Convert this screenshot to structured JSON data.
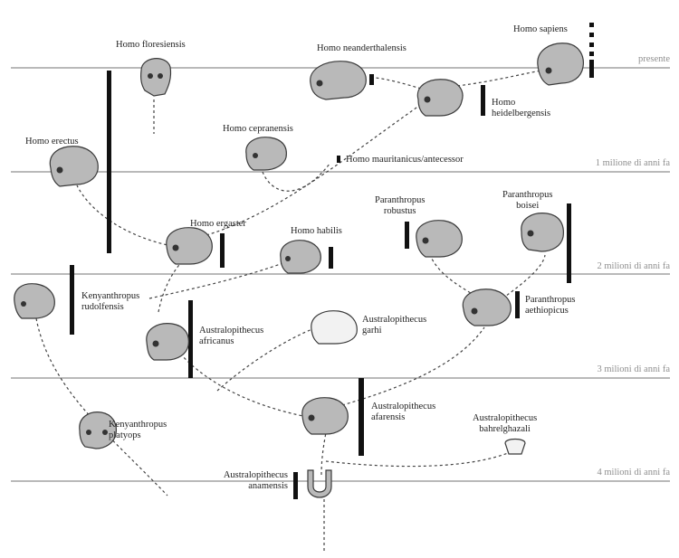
{
  "time_labels": {
    "present": "presente",
    "m1": "1 milione di anni fa",
    "m2": "2 milioni di anni fa",
    "m3": "3 milioni di anni fa",
    "m4": "4 milioni di anni fa"
  },
  "species": {
    "floresiensis": "Homo floresiensis",
    "neanderthalensis": "Homo neanderthalensis",
    "sapiens": "Homo sapiens",
    "heidelbergensis_1": "Homo",
    "heidelbergensis_2": "heidelbergensis",
    "cepranensis": "Homo cepranensis",
    "erectus": "Homo erectus",
    "mauritanicus": "Homo mauritanicus/antecessor",
    "ergaster": "Homo ergaster",
    "habilis": "Homo habilis",
    "p_robustus_1": "Paranthropus",
    "p_robustus_2": "robustus",
    "p_boisei_1": "Paranthropus",
    "p_boisei_2": "boisei",
    "kenyanthropus_rud_1": "Kenyanthropus",
    "kenyanthropus_rud_2": "rudolfensis",
    "p_aethiopicus_1": "Paranthropus",
    "p_aethiopicus_2": "aethiopicus",
    "a_africanus_1": "Australopithecus",
    "a_africanus_2": "africanus",
    "a_garhi_1": "Australopithecus",
    "a_garhi_2": "garhi",
    "a_afarensis_1": "Australopithecus",
    "a_afarensis_2": "afarensis",
    "kenyanthropus_pla_1": "Kenyanthropus",
    "kenyanthropus_pla_2": "platyops",
    "a_bahrelghazali_1": "Australopithecus",
    "a_bahrelghazali_2": "bahrelghazali",
    "a_anamensis_1": "Australopithecus",
    "a_anamensis_2": "anamensis"
  },
  "colors": {
    "time_line": "#8f8f8f",
    "range_bar": "#111111",
    "lineage": "#444444",
    "skull_fill": "#b9b9b9",
    "skull_stroke": "#3a3a3a"
  }
}
